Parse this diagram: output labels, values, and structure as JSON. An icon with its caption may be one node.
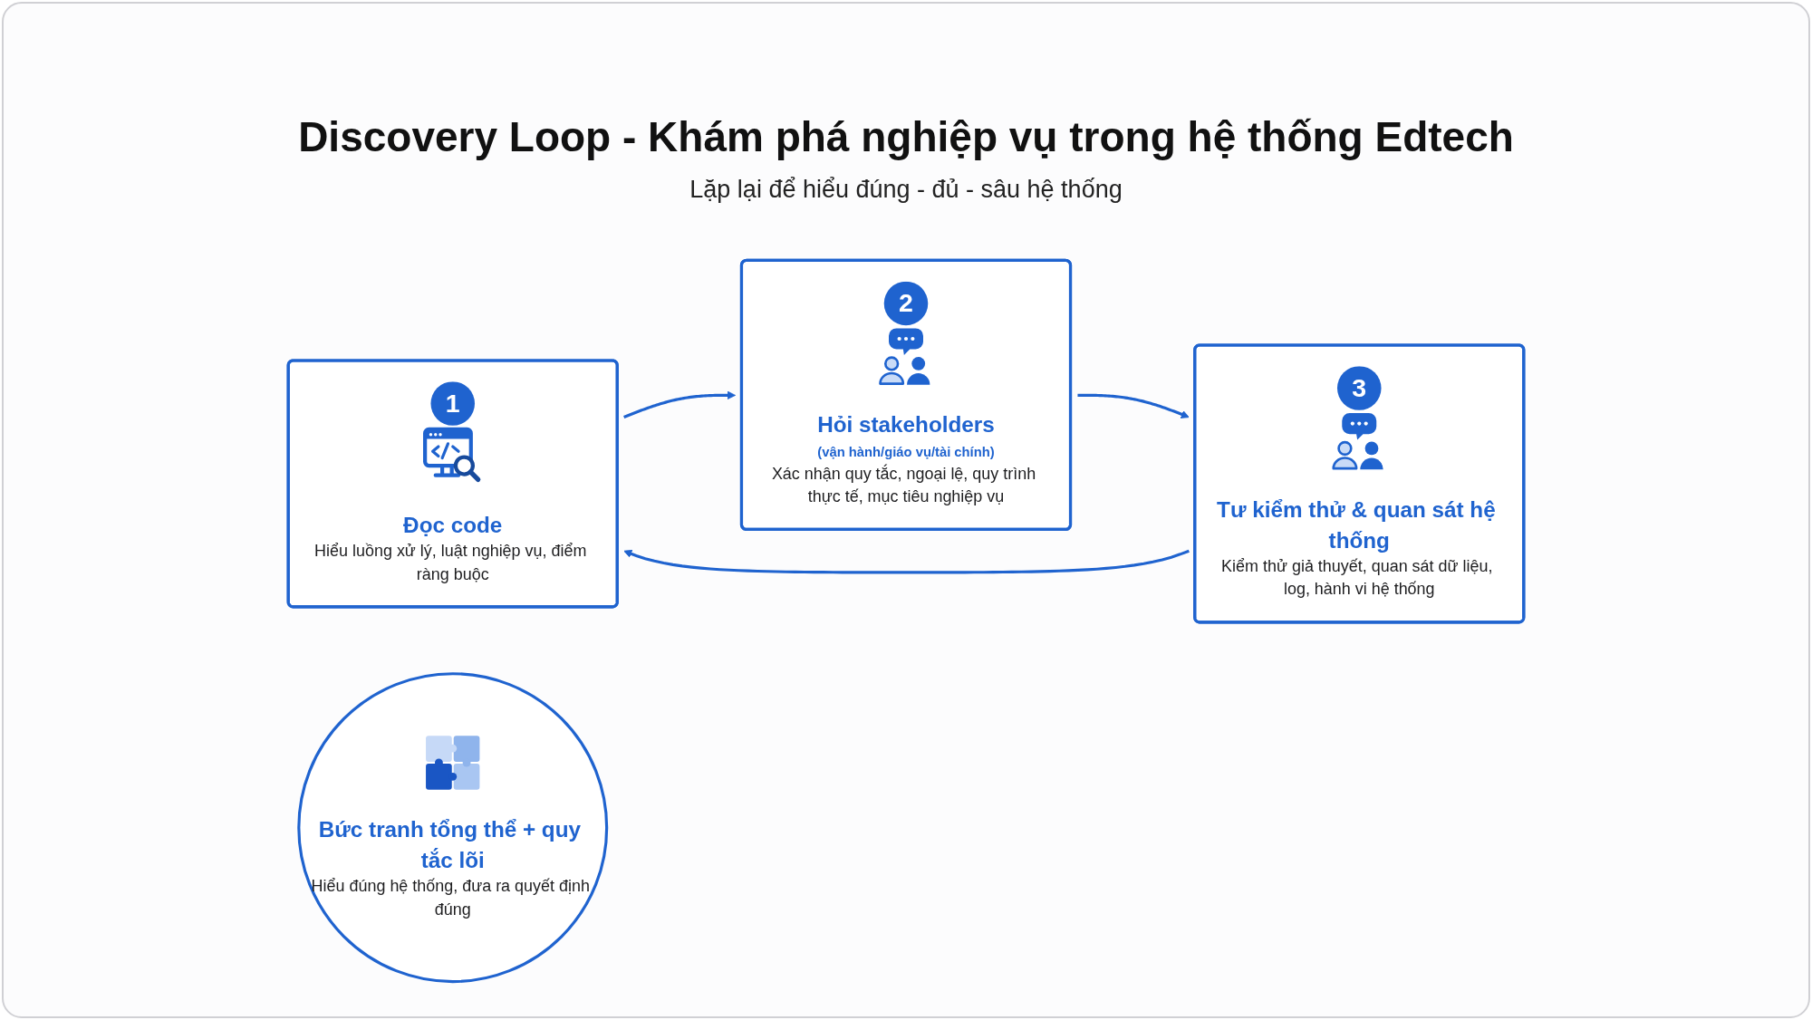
{
  "diagram": {
    "title": "Discovery Loop - Khám phá nghiệp vụ trong hệ thống Edtech",
    "nodes": [
      {
        "text": [
          "1",
          "Đọc code",
          "Hiểu luồng xử lý, luật nghiệp vụ, điểm ràng buộc"
        ]
      },
      {
        "text": [
          "3",
          "Tư kiểm thử & quan sát hệ thống",
          "Kiểm thử giả thuyết, quan sát dữ liệu, log, hành vi hệ thống"
        ]
      },
      {
        "text": [
          "Bức tranh tổng thể + quy tắc lõi",
          "Hiểu đúng hệ thống, đưa ra quyết định đúng"
        ]
      },
      {
        "text": [
          "2",
          "Hỏi stakeholders",
          "(vận hành/giáo vụ/tài chính)",
          "Xác nhận quy tắc, ngoại lệ, quy trình thực tế, mục tiêu nghiệp vụ"
        ]
      }
    ],
    "edges": [
      {
        "from": 0,
        "to": 3,
        "arrow": "to"
      },
      {
        "from": 3,
        "to": 1,
        "arrow": "to"
      },
      {
        "from": 1,
        "to": 0,
        "arrow": "to"
      }
    ],
    "labels": [
      "Lặp lại để hiểu đúng - đủ - sâu hệ thống"
    ]
  }
}
